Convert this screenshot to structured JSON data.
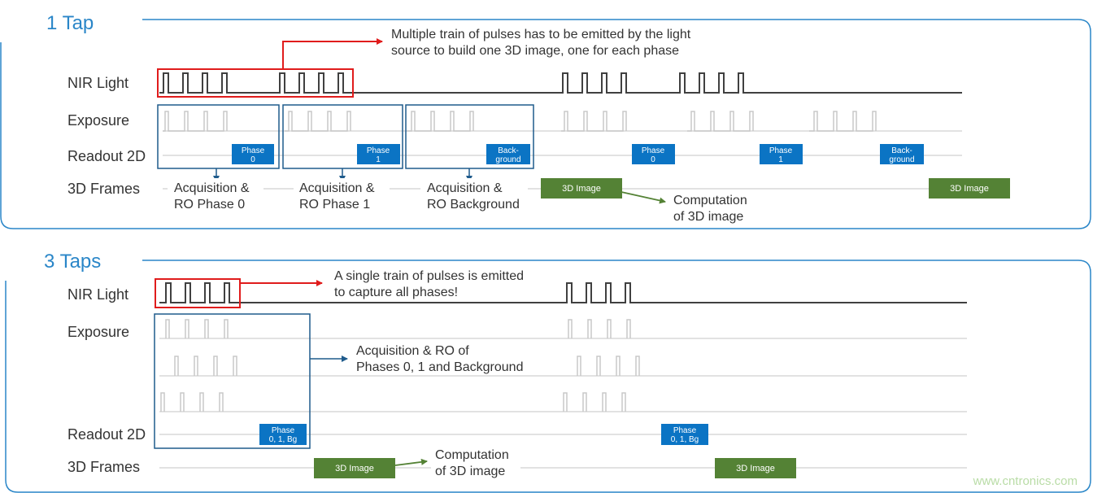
{
  "panel_1tap": {
    "title": "1 Tap",
    "rows": {
      "nir": "NIR Light",
      "exposure": "Exposure",
      "readout": "Readout 2D",
      "frames": "3D Frames"
    },
    "callout_top": [
      "Multiple train of pulses has to be emitted by the light",
      "source to build one 3D image, one for each phase"
    ],
    "readout_boxes": [
      [
        "Phase",
        "0"
      ],
      [
        "Phase",
        "1"
      ],
      [
        "Back-",
        "ground"
      ],
      [
        "Phase",
        "0"
      ],
      [
        "Phase",
        "1"
      ],
      [
        "Back-",
        "ground"
      ]
    ],
    "acq_labels": [
      [
        "Acquisition &",
        "RO Phase 0"
      ],
      [
        "Acquisition &",
        "RO Phase 1"
      ],
      [
        "Acquisition &",
        "RO Background"
      ]
    ],
    "frame_boxes": [
      "3D Image",
      "3D Image"
    ],
    "computation": [
      "Computation",
      "of 3D image"
    ]
  },
  "panel_3taps": {
    "title": "3 Taps",
    "rows": {
      "nir": "NIR Light",
      "exposure": "Exposure",
      "readout": "Readout 2D",
      "frames": "3D Frames"
    },
    "callout_top": [
      "A single train of pulses is emitted",
      "to capture all phases!"
    ],
    "callout_mid": [
      "Acquisition & RO of",
      "Phases 0, 1 and Background"
    ],
    "readout_boxes": [
      [
        "Phase",
        "0, 1, Bg"
      ],
      [
        "Phase",
        "0, 1, Bg"
      ]
    ],
    "frame_boxes": [
      "3D Image",
      "3D Image"
    ],
    "computation": [
      "Computation",
      "of 3D image"
    ]
  },
  "watermark": "www.cntronics.com",
  "colors": {
    "title": "#2a86c8",
    "panel_border": "#2a86c8",
    "readout_box": "#0b74c4",
    "frame_box": "#548235",
    "highlight": "#e01c1c",
    "group_box": "#1f5b8c"
  }
}
